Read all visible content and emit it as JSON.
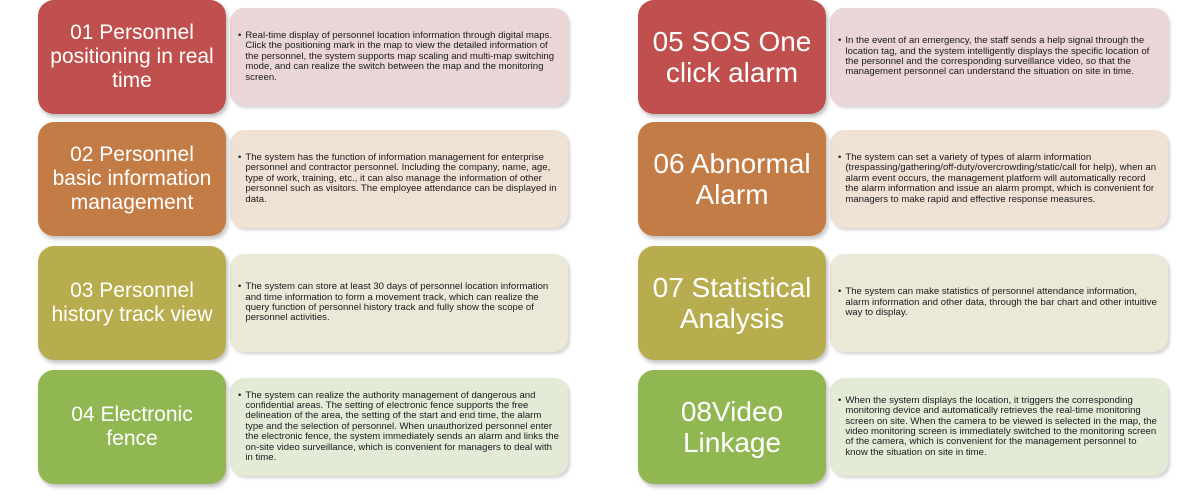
{
  "colors": {
    "red": "#c0504d",
    "orange": "#c47c47",
    "olive": "#b8ad4e",
    "green": "#91b753"
  },
  "items": [
    {
      "title": "01 Personnel positioning in real time",
      "description": "Real-time display of personnel location information through digital maps. Click the positioning mark in the map to view the detailed information of the personnel, the system supports map scaling and multi-map switching mode, and can realize the switch between the map and the monitoring screen."
    },
    {
      "title": "02 Personnel basic information management",
      "description": "The system has the function of information management for enterprise personnel and contractor personnel. Including the company, name, age, type of work, training, etc., it can also manage the information of other personnel such as visitors. The employee attendance can be displayed in data."
    },
    {
      "title": "03 Personnel history track view",
      "description": "The system can store at least 30 days of personnel location information and time information to form a movement track, which can realize the query function of personnel history track and fully show the scope of personnel activities."
    },
    {
      "title": "04 Electronic fence",
      "description": "The system can realize the authority management of dangerous and confidential areas. The setting of electronic fence supports the free delineation of the area, the setting of the start and end time, the alarm type and the selection of personnel. When unauthorized personnel enter the electronic fence, the system immediately sends an alarm and links the on-site video surveillance, which is convenient for managers to deal with in time."
    },
    {
      "title": "05 SOS One click alarm",
      "description": "In the event of an emergency, the staff sends a help signal through the location tag, and the system intelligently displays the specific location of the personnel and the corresponding surveillance video, so that the management personnel can understand the situation on site in time."
    },
    {
      "title": "06 Abnormal Alarm",
      "description": "The system can set a variety of types of alarm information (trespassing/gathering/off-duty/overcrowding/static/call for help), when an alarm event occurs, the management platform will automatically record the alarm information and issue an alarm prompt, which is convenient for managers to make rapid and effective response measures."
    },
    {
      "title": "07 Statistical Analysis",
      "description": "The system can make statistics of personnel attendance information, alarm information and other data, through the bar chart and other intuitive way to display."
    },
    {
      "title": "08Video Linkage",
      "description": "When the system displays the location, it triggers the corresponding monitoring device and automatically retrieves the real-time monitoring screen on site. When the camera to be viewed is selected in the map, the video monitoring screen is immediately switched to the monitoring screen of the camera, which is convenient for the management personnel to know the situation on site in time."
    }
  ]
}
